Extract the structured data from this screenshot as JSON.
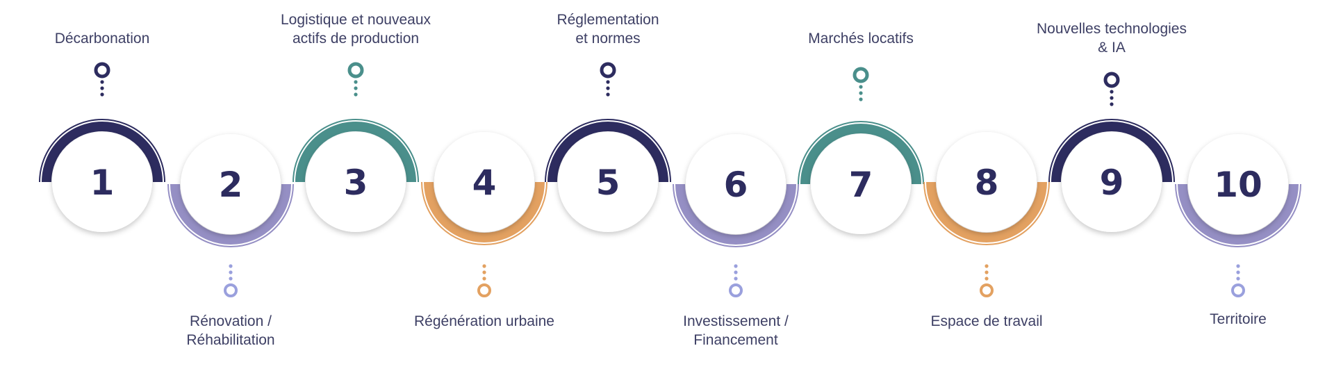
{
  "colors": {
    "navy": "#2d2c5f",
    "teal": "#4a8f8b",
    "lavender": "#958fc4",
    "orange": "#e3a161",
    "periwinkle": "#9aa0dd",
    "text": "#3d3f64",
    "circle_fill": "#ffffff"
  },
  "steps": [
    {
      "number": "1",
      "label": "Décarbonation",
      "position": "top",
      "arc_color": "#2d2c5f",
      "marker_color": "#2d2c5f"
    },
    {
      "number": "2",
      "label": "Rénovation /\nRéhabilitation",
      "position": "bottom",
      "arc_color": "#958fc4",
      "marker_color": "#9aa0dd"
    },
    {
      "number": "3",
      "label": "Logistique et nouveaux\nactifs de production",
      "position": "top",
      "arc_color": "#4a8f8b",
      "marker_color": "#4a8f8b"
    },
    {
      "number": "4",
      "label": "Régénération urbaine",
      "position": "bottom",
      "arc_color": "#e3a161",
      "marker_color": "#e3a161"
    },
    {
      "number": "5",
      "label": "Réglementation\net normes",
      "position": "top",
      "arc_color": "#2d2c5f",
      "marker_color": "#2d2c5f"
    },
    {
      "number": "6",
      "label": "Investissement /\nFinancement",
      "position": "bottom",
      "arc_color": "#958fc4",
      "marker_color": "#9aa0dd"
    },
    {
      "number": "7",
      "label": "Marchés locatifs",
      "position": "top",
      "arc_color": "#4a8f8b",
      "marker_color": "#4a8f8b"
    },
    {
      "number": "8",
      "label": "Espace de travail",
      "position": "bottom",
      "arc_color": "#e3a161",
      "marker_color": "#e3a161"
    },
    {
      "number": "9",
      "label": "Nouvelles technologies\n& IA",
      "position": "top",
      "arc_color": "#2d2c5f",
      "marker_color": "#2d2c5f"
    },
    {
      "number": "10",
      "label": "Territoire",
      "position": "bottom",
      "arc_color": "#958fc4",
      "marker_color": "#9aa0dd"
    }
  ]
}
